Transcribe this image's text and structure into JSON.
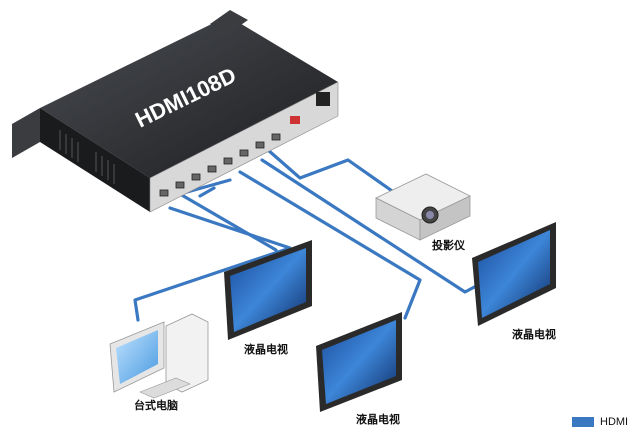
{
  "device": {
    "model": "HDMI108D"
  },
  "labels": {
    "projector": "投影仪",
    "tv_right": "液晶电视",
    "tv_left": "液晶电视",
    "tv_bottom": "液晶电视",
    "pc": "台式电脑"
  },
  "legend": {
    "label": "HDMI",
    "color": "#3a78c2"
  },
  "colors": {
    "cable": "#3a78c2",
    "chassis": "#2b2d30",
    "panel": "#dcdcdc"
  }
}
